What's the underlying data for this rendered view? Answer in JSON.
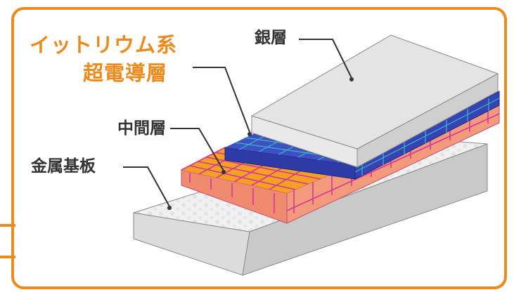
{
  "labels": {
    "superconductor_line1": "イットリウム系",
    "superconductor_line2": "超電導層",
    "silver_layer": "銀層",
    "intermediate_layer": "中間層",
    "metal_substrate": "金属基板"
  },
  "colors": {
    "frame": "#ee8a1c",
    "title_text": "#ee8a1c",
    "label_text": "#333333",
    "silver_top": "#e6e6e6",
    "silver_front": "#d4d4d4",
    "superconductor": "#3f4fc4",
    "intermediate": "#f4a023",
    "grid_lines": "#d0389a",
    "substrate": "#f1f1f1"
  }
}
